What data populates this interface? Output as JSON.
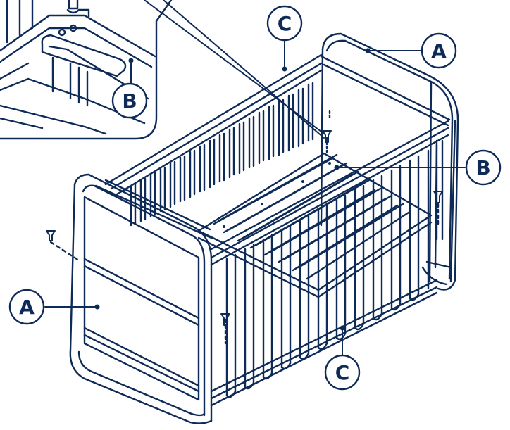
{
  "colors": {
    "ink": "#0e2a57",
    "paper": "#ffffff"
  },
  "callouts": {
    "top_left_label": "A",
    "mid_left_label": "A",
    "inset_label": "B",
    "right_label": "B",
    "top_label": "C",
    "bottom_label": "C"
  },
  "icons": [
    "screw-icon",
    "screw-icon",
    "screw-icon",
    "screw-icon"
  ]
}
